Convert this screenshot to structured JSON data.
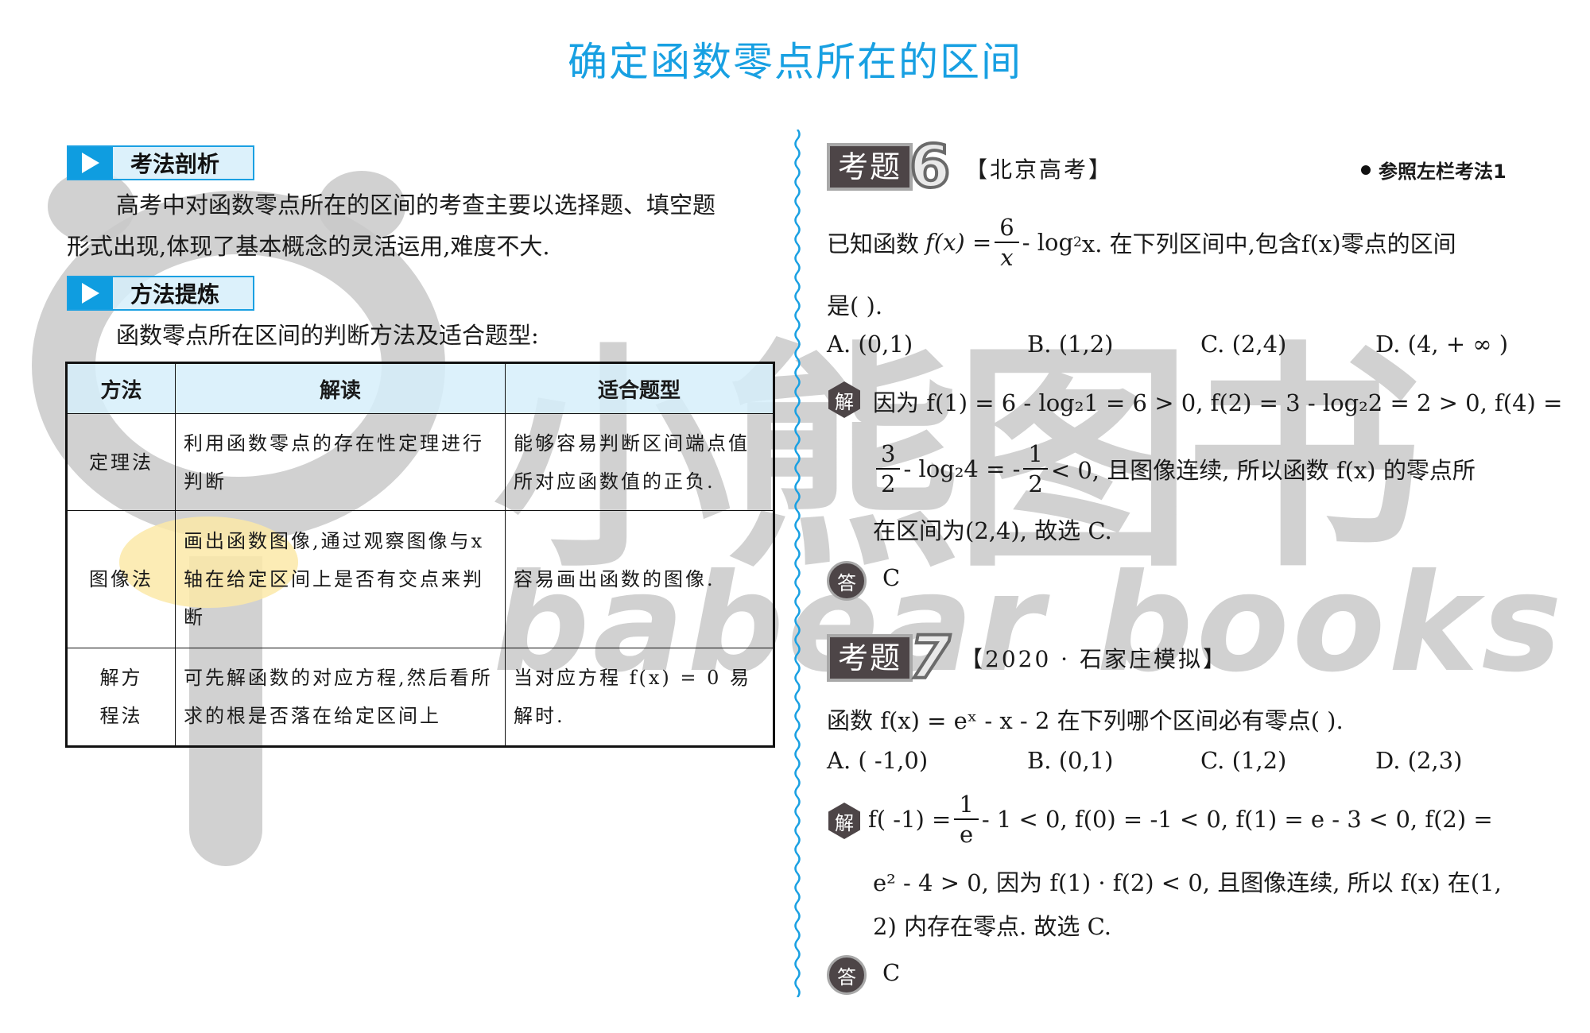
{
  "page": {
    "title": "确定函数零点所在的区间"
  },
  "left": {
    "section1": {
      "label": "考法剖析",
      "paragraph_line1": "高考中对函数零点所在的区间的考查主要以选择题、填空题",
      "paragraph_line2": "形式出现,体现了基本概念的灵活运用,难度不大."
    },
    "section2": {
      "label": "方法提炼",
      "intro": "函数零点所在区间的判断方法及适合题型:"
    },
    "table": {
      "headers": [
        "方法",
        "解读",
        "适合题型"
      ],
      "rows": [
        {
          "method": "定理法",
          "explanation": "利用函数零点的存在性定理进行判断",
          "suitable": "能够容易判断区间端点值所对应函数值的正负."
        },
        {
          "method": "图像法",
          "explanation": "画出函数图像,通过观察图像与x轴在给定区间上是否有交点来判断",
          "suitable": "容易画出函数的图像."
        },
        {
          "method": "解方程法",
          "explanation": "可先解函数的对应方程,然后看所求的根是否落在给定区间上",
          "suitable": "当对应方程 f(x) = 0 易解时."
        }
      ]
    }
  },
  "right": {
    "problem6": {
      "badge_label": "考题",
      "badge_number": "6",
      "source": "【北京高考】",
      "reference": "参照左栏考法1",
      "stem_prefix": "已知函数",
      "stem_func": "f(x) =",
      "stem_frac_num": "6",
      "stem_frac_den": "x",
      "stem_suffix": "- log",
      "stem_log_base": "2",
      "stem_tail": "x. 在下列区间中,包含f(x)零点的区间",
      "stem_line2": "是(        ).",
      "options": [
        "A. (0,1)",
        "B. (1,2)",
        "C. (2,4)",
        "D. (4, + ∞ )"
      ],
      "solution_icon": "解",
      "solution_line1": "因为 f(1) = 6 - log₂1 = 6 > 0, f(2) = 3 - log₂2 = 2 > 0, f(4) =",
      "solution_line2_frac1": [
        "3",
        "2"
      ],
      "solution_line2_mid": "- log₂4 = -",
      "solution_line2_frac2": [
        "1",
        "2"
      ],
      "solution_line2_tail": "< 0, 且图像连续, 所以函数 f(x) 的零点所",
      "solution_line3": "在区间为(2,4), 故选 C.",
      "answer_icon": "答",
      "answer": "C"
    },
    "problem7": {
      "badge_label": "考题",
      "badge_number": "7",
      "source": "【2020 · 石家庄模拟】",
      "stem": "函数 f(x) = eˣ - x - 2 在下列哪个区间必有零点(        ).",
      "options": [
        "A. ( -1,0)",
        "B. (0,1)",
        "C. (1,2)",
        "D. (2,3)"
      ],
      "solution_icon": "解",
      "solution_line1_head": "f( -1) =",
      "solution_line1_frac": [
        "1",
        "e"
      ],
      "solution_line1_tail": "- 1 < 0, f(0) = -1 < 0, f(1) = e - 3 < 0, f(2) =",
      "solution_line2": "e² - 4 > 0, 因为 f(1) · f(2) < 0, 且图像连续, 所以 f(x) 在(1,",
      "solution_line3": "2) 内存在零点. 故选 C.",
      "answer_icon": "答",
      "answer": "C"
    }
  },
  "watermark": {
    "chinese": "小熊图书",
    "latin": "babear books"
  },
  "colors": {
    "title_blue": "#18a0e2",
    "header_blue": "#0f9de0",
    "header_fill": "#d6eefa",
    "badge_dark": "#4d4547",
    "watermark_gray": "#c9c9c9",
    "highlight_yellow": "#fbe9a8"
  }
}
